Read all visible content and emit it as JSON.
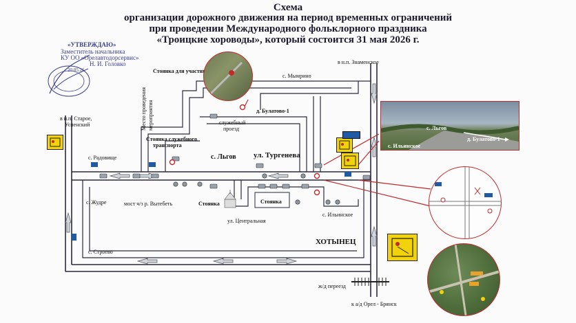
{
  "title": {
    "line1": "Схема",
    "line2": "организации дорожного движения на период временных ограничений",
    "line3": "при проведении Международного фольклорного праздника",
    "line4": "«Троицкие хороводы», который состоится 31 мая 2026 г."
  },
  "approval": {
    "heading": "«УТВЕРЖДАЮ»",
    "position": "Заместитель начальника",
    "org": "КУ ОО «Орелавтодорсервис»",
    "name": "Н. И. Головко",
    "date": "20.05.26"
  },
  "labels": {
    "mymrino": "с. Мымрино",
    "znamenskoe": "в н.п. Знаменское",
    "parking_participants": "Стоянка для участников мероприятия",
    "place_service_1": "Место проведения",
    "place_service_2": "мероприятия",
    "bulatovo": "д. Булатово-1",
    "service_road_1": "служебный",
    "service_road_2": "проезд",
    "staroe_1": "в н.п. Старое,",
    "staroe_2": "Успенский",
    "parking_service_1": "Стоянка служебного",
    "parking_service_2": "транспорта",
    "radovische": "с. Радовище",
    "lgov": "с. Льгов",
    "turgeneva": "ул. Тургенева",
    "zhudre": "с. Жудре",
    "bridge": "мост ч/з р. Вытебеть",
    "parking1": "Стоянка",
    "parking2": "Стоянка",
    "tsentralnaya": "ул. Центральная",
    "ilyinskoe": "с. Ильинское",
    "khotynets": "ХОТЫНЕЦ",
    "stroevo": "с. Строево",
    "railway": "ж/д переезд",
    "orel_bryansk": "к а/д Орел - Брянск"
  },
  "photo_labels": {
    "lgov": "с. Льгов",
    "ilyinskoe": "с. Ильинское",
    "bulatovo": "д. Булатово-1"
  },
  "colors": {
    "road": "#2a2a3a",
    "sign_yellow": "#f2d20b",
    "accent_red": "#c02a2a",
    "bus_blue": "#1f5aa6",
    "stamp": "#3a3f8a"
  }
}
